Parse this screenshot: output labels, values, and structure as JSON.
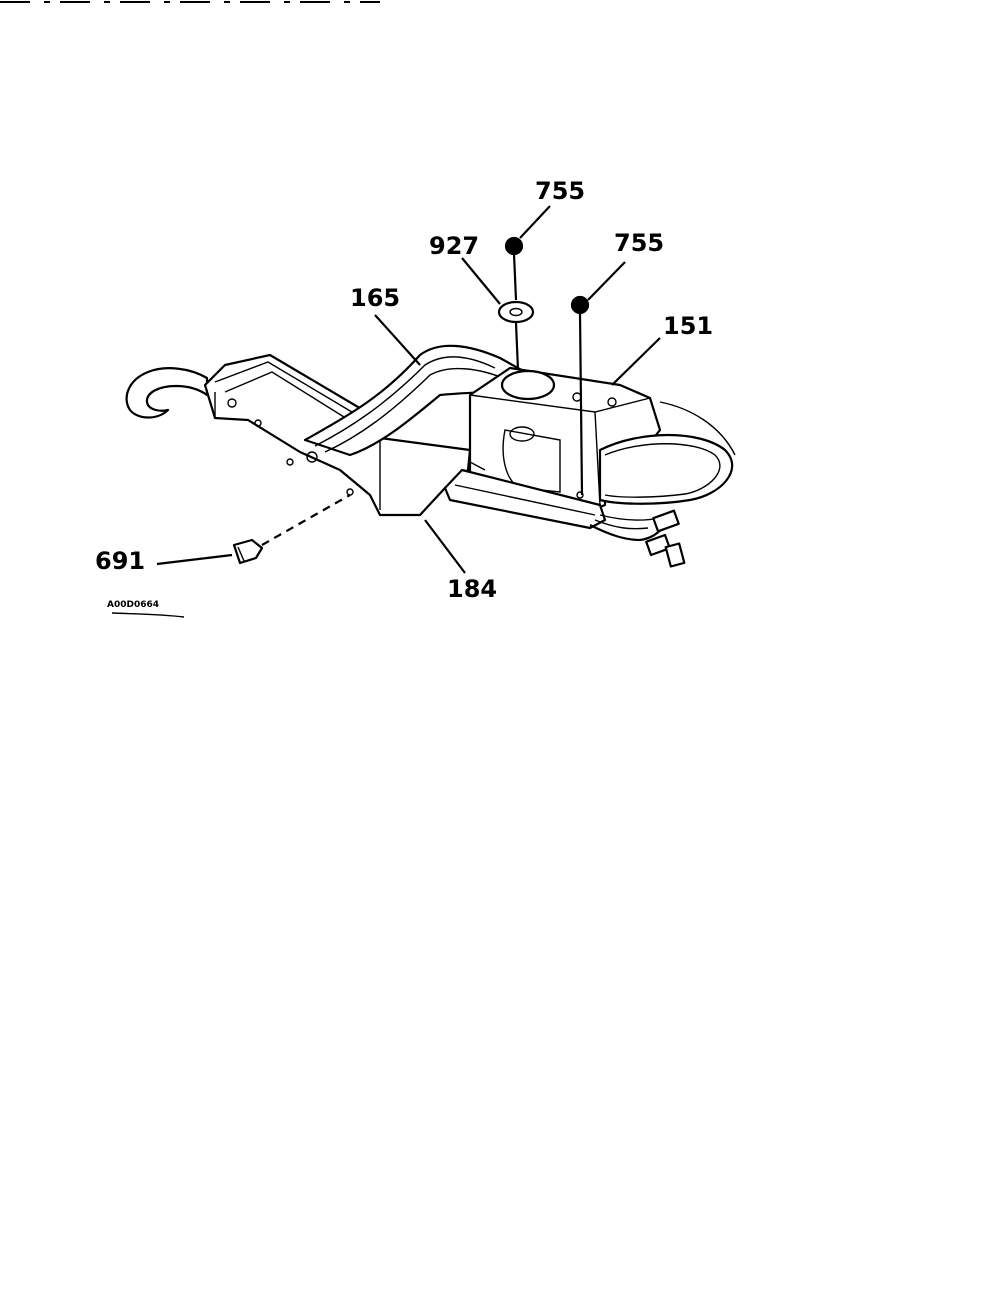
{
  "diagram": {
    "callouts": {
      "screw_top": "755",
      "washer": "927",
      "screw_right": "755",
      "cover": "165",
      "motor": "151",
      "mount_screw": "691",
      "bracket": "184"
    },
    "drawing_code": "A00D0664"
  }
}
